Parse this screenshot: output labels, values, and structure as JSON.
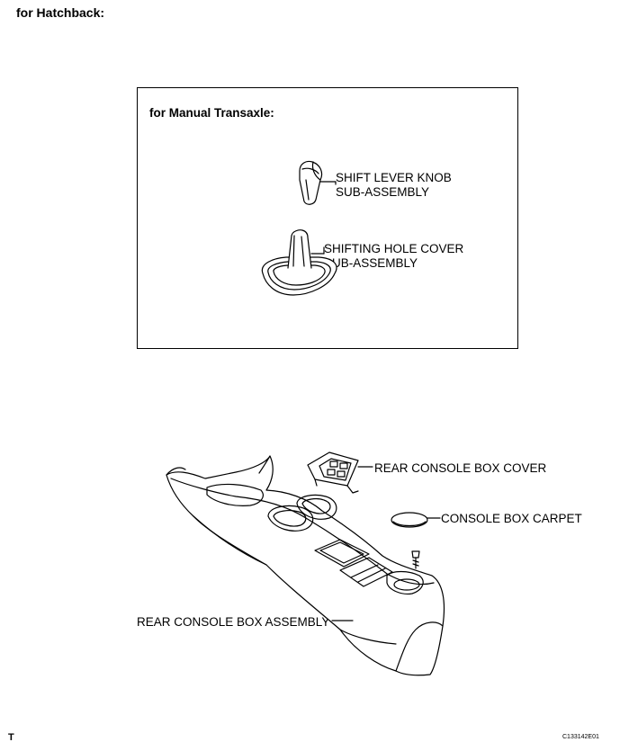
{
  "header": {
    "title": "for Hatchback:"
  },
  "manual_section": {
    "title": "for Manual Transaxle:",
    "parts": [
      {
        "line1": "SHIFT LEVER KNOB",
        "line2": "SUB-ASSEMBLY"
      },
      {
        "line1": "SHIFTING HOLE COVER",
        "line2": "SUB-ASSEMBLY"
      }
    ]
  },
  "parts": {
    "rear_console_box_cover": "REAR CONSOLE BOX COVER",
    "console_box_carpet": "CONSOLE BOX CARPET",
    "rear_console_box_assembly": "REAR CONSOLE BOX ASSEMBLY"
  },
  "footer": {
    "left_mark": "T",
    "figure_code": "C133142E01"
  }
}
